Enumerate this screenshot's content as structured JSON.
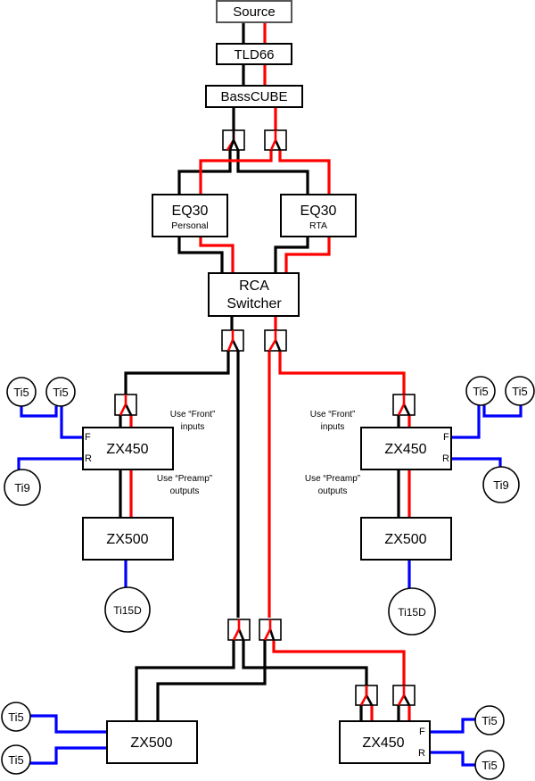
{
  "colors": {
    "left_channel": "#000000",
    "right_channel": "#ff0000",
    "speaker_wire": "#0000ff",
    "box_stroke": "#000000",
    "background": "#ffffff"
  },
  "components": {
    "source": {
      "label": "Source"
    },
    "tld66": {
      "label": "TLD66"
    },
    "basscube": {
      "label": "BassCUBE"
    },
    "eq30_personal": {
      "label": "EQ30",
      "sublabel": "Personal"
    },
    "eq30_rta": {
      "label": "EQ30",
      "sublabel": "RTA"
    },
    "rca_switcher": {
      "label_line1": "RCA",
      "label_line2": "Switcher"
    },
    "zx450_left": {
      "label": "ZX450",
      "port_front": "F",
      "port_rear": "R"
    },
    "zx450_right": {
      "label": "ZX450",
      "port_front": "F",
      "port_rear": "R"
    },
    "zx500_left": {
      "label": "ZX500"
    },
    "zx500_right": {
      "label": "ZX500"
    },
    "zx500_bottom": {
      "label": "ZX500"
    },
    "zx450_bottom": {
      "label": "ZX450",
      "port_front": "F",
      "port_rear": "R"
    }
  },
  "speakers": {
    "left_ti5_a": "Ti5",
    "left_ti5_b": "Ti5",
    "left_ti9": "Ti9",
    "left_ti15d": "Ti15D",
    "right_ti5_a": "Ti5",
    "right_ti5_b": "Ti5",
    "right_ti9": "Ti9",
    "right_ti15d": "Ti15D",
    "bottom_left_ti5_a": "Ti5",
    "bottom_left_ti5_b": "Ti5",
    "bottom_right_ti5_a": "Ti5",
    "bottom_right_ti5_b": "Ti5"
  },
  "notes": {
    "left_front_line1": "Use “Front”",
    "left_front_line2": "inputs",
    "left_preamp_line1": "Use “Preamp”",
    "left_preamp_line2": "outputs",
    "right_front_line1": "Use “Front”",
    "right_front_line2": "inputs",
    "right_preamp_line1": "Use “Preamp”",
    "right_preamp_line2": "outputs"
  }
}
